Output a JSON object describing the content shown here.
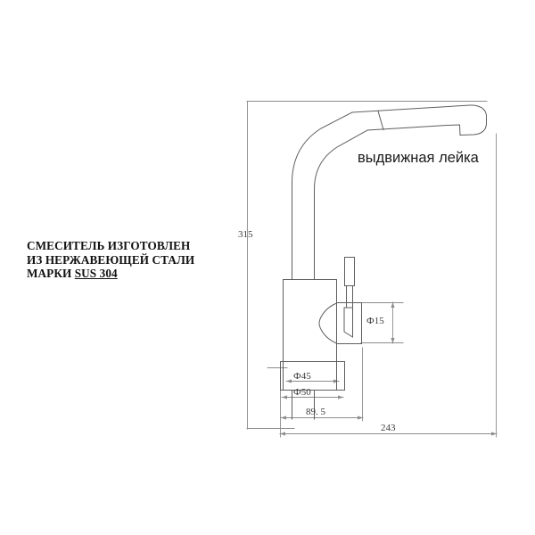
{
  "document": {
    "type": "technical-drawing",
    "subject": "kitchen-faucet-mixer",
    "background_color": "#ffffff",
    "line_color": "#707070",
    "text_color": "#1a1a1a"
  },
  "notes": {
    "line1": "СМЕСИТЕЛЬ ИЗГОТОВЛЕН",
    "line2": "ИЗ НЕРЖАВЕЮЩЕЙ СТАЛИ",
    "line3_prefix": "МАРКИ ",
    "line3_material": "SUS 304"
  },
  "callouts": {
    "pull_out_spray": "выдвижная лейка"
  },
  "dimensions": {
    "height": "315",
    "base_inner_diameter": "Ф45",
    "base_outer_diameter": "Ф50",
    "handle_diameter": "Ф15",
    "spout_reach": "89. 5",
    "overall_width": "243"
  }
}
